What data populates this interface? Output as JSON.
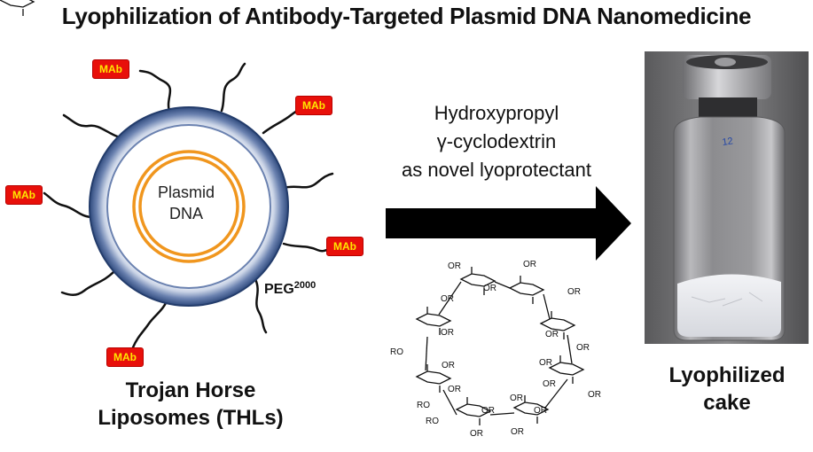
{
  "title": "Lyophilization of Antibody-Targeted Plasmid DNA Nanomedicine",
  "liposome": {
    "core_label_line1": "Plasmid",
    "core_label_line2": "DNA",
    "antibody_tag": "MAb",
    "peg_label": "PEG",
    "peg_superscript": "2000",
    "caption_line1": "Trojan Horse",
    "caption_line2": "Liposomes (THLs)"
  },
  "process": {
    "line1": "Hydroxypropyl",
    "line2": "γ-cyclodextrin",
    "line3": "as novel lyoprotectant",
    "substituent": "OR",
    "substituent_left": "RO"
  },
  "product": {
    "vial_marking": "12",
    "caption_line1": "Lyophilized",
    "caption_line2": "cake"
  },
  "colors": {
    "liposome_outer_ring": "#3d5a8c",
    "liposome_fill": "#ffffff",
    "dna_rings": "#f0961e",
    "mab_fill": "#e8100a",
    "mab_text": "#ffe600",
    "arrow": "#000000"
  }
}
